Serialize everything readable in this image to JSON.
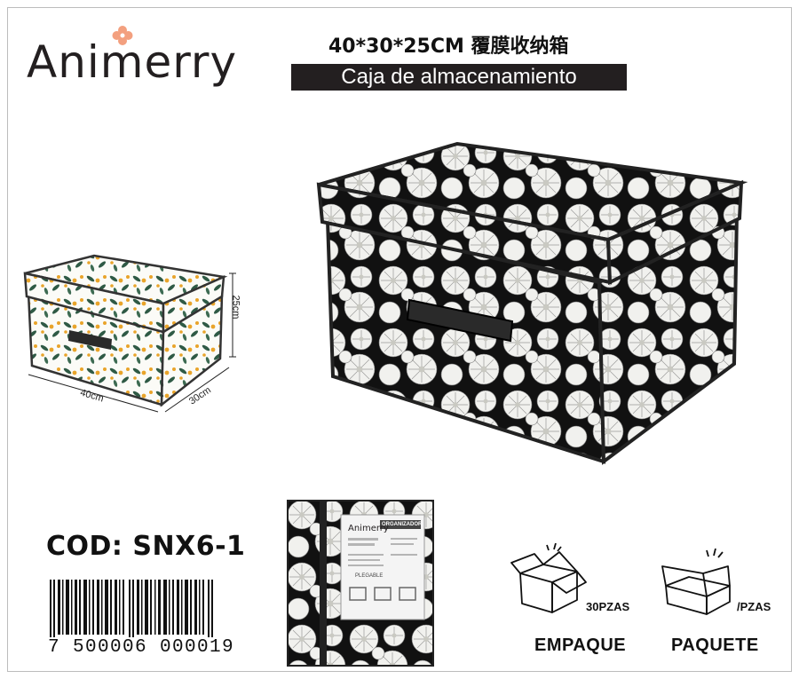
{
  "brand": {
    "name": "Animerry",
    "flower_icon": "clover-flower-icon",
    "accent": "#f3a07f"
  },
  "title": {
    "size_cn": "40*30*25CM 覆膜收纳箱",
    "name_es": "Caja de almacenamiento"
  },
  "dimensions": {
    "width": "40cm",
    "depth": "30cm",
    "height": "25cm"
  },
  "code": {
    "label": "COD: SNX6-1",
    "barcode_digits": "7 500006 000019"
  },
  "packaging": {
    "empaque": {
      "count": "30PZAS",
      "label": "EMPAQUE"
    },
    "paquete": {
      "count": "/PZAS",
      "label": "PAQUETE"
    }
  },
  "package_label": {
    "brand": "Animerry",
    "tag": "ORGANIZADOR",
    "foldable": "PLEGABLE"
  },
  "colors": {
    "dark": "#231f20",
    "leaf_green": "#2f5a45",
    "berry_orange": "#e9a42a"
  }
}
